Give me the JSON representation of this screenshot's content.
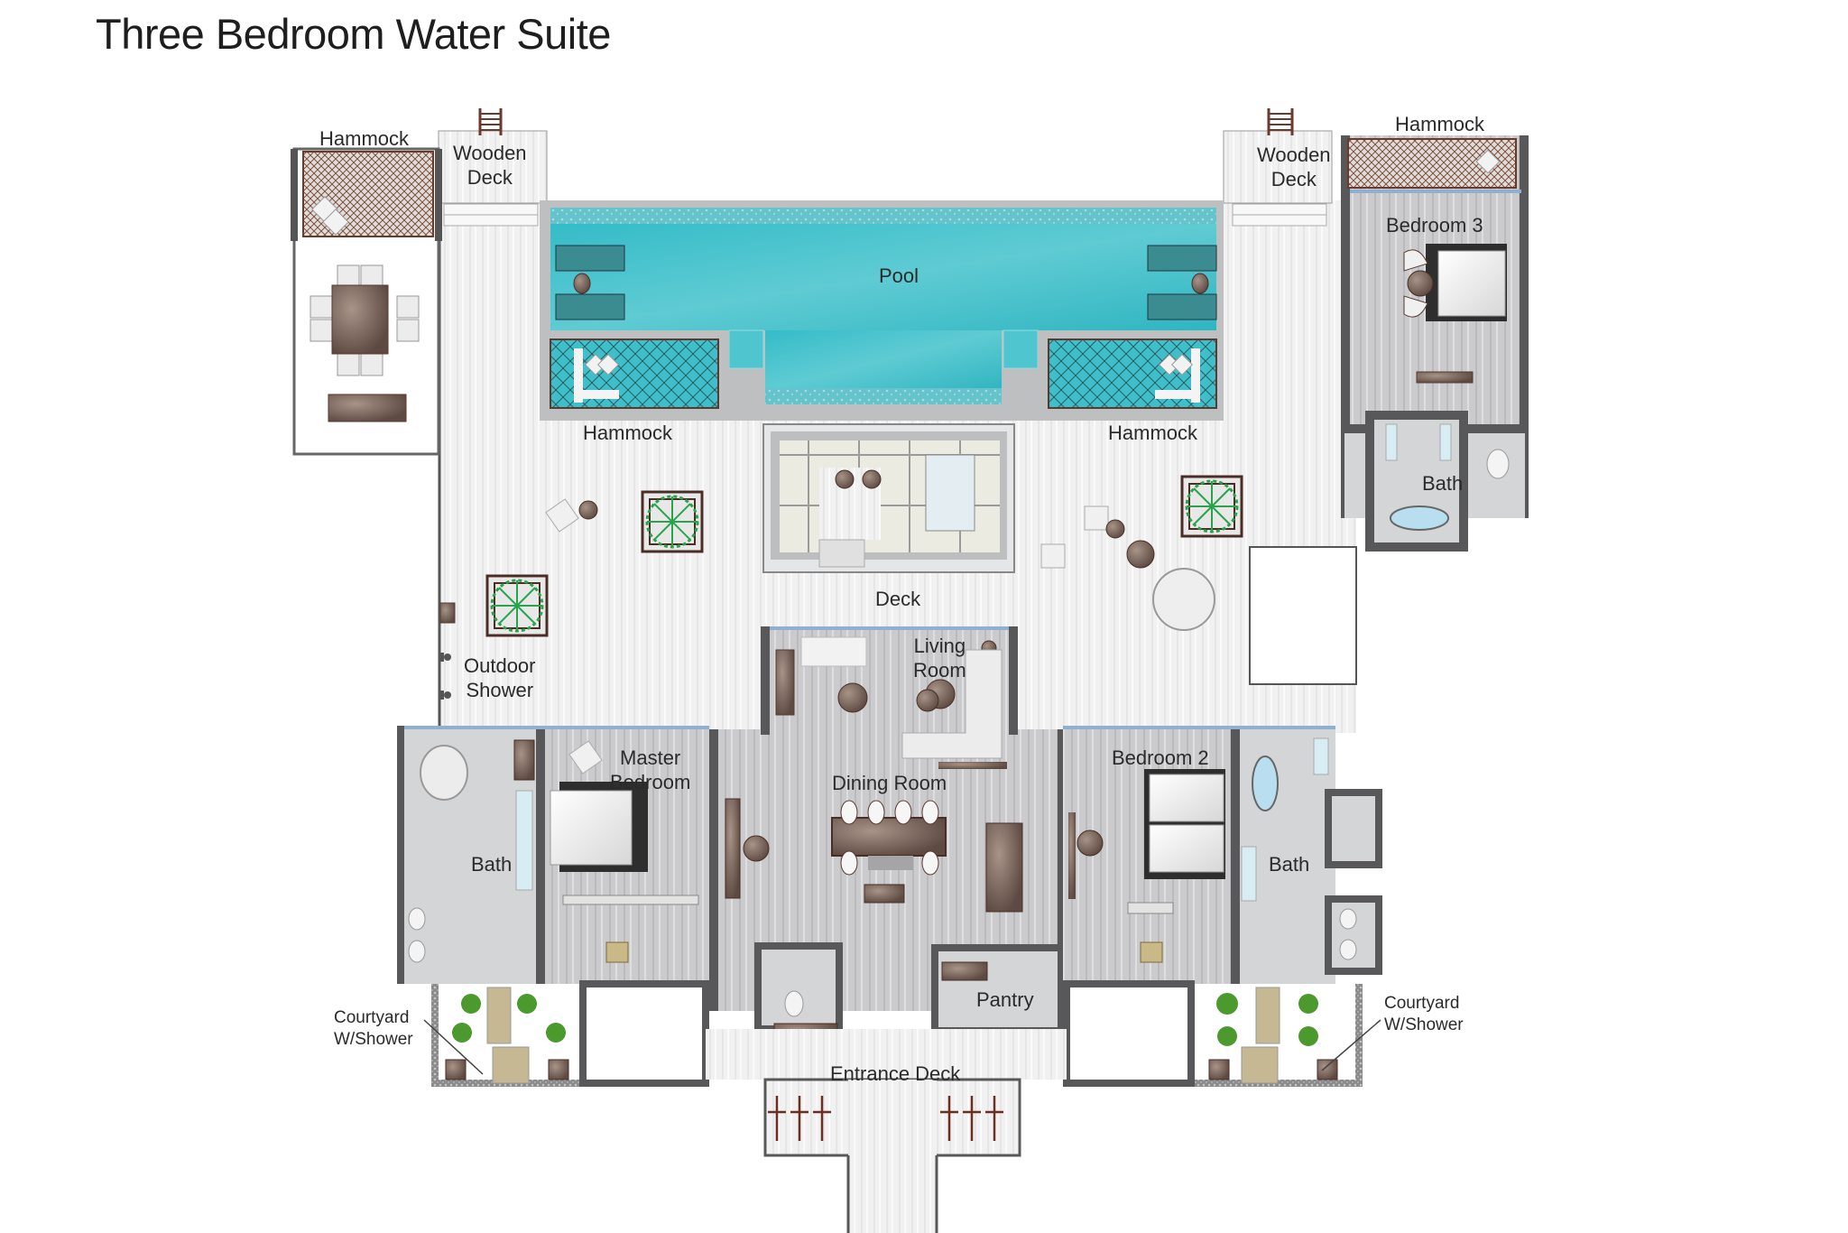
{
  "title": "Three Bedroom Water Suite",
  "colors": {
    "wall": "#58585a",
    "deck": "#eeeeee",
    "interior_floor": "#c9c9cb",
    "bath_floor": "#d4d5d7",
    "pool": "#3cc0cc",
    "pool_edge": "#bdbfc1",
    "furniture_brown": "#6e5a50",
    "planter_green": "#2aa44c",
    "window_blue": "#8fb1cf"
  },
  "labels": {
    "hammock_top_left": "Hammock",
    "wooden_deck_left": [
      "Wooden",
      "Deck"
    ],
    "pool": "Pool",
    "wooden_deck_right": [
      "Wooden",
      "Deck"
    ],
    "hammock_top_right": "Hammock",
    "bedroom_3": "Bedroom 3",
    "hammock_left": "Hammock",
    "hammock_right": "Hammock",
    "bath_bedroom_3": "Bath",
    "deck": "Deck",
    "living_room": [
      "Living",
      "Room"
    ],
    "outdoor_shower": [
      "Outdoor",
      "Shower"
    ],
    "master_bedroom": [
      "Master",
      "Bedroom"
    ],
    "dining_room": "Dining Room",
    "bedroom_2": "Bedroom 2",
    "bath_master": "Bath",
    "bath_bedroom_2": "Bath",
    "pantry": "Pantry",
    "courtyard_left": [
      "Courtyard",
      "W/Shower"
    ],
    "courtyard_right": [
      "Courtyard",
      "W/Shower"
    ],
    "entrance_deck": "Entrance Deck"
  }
}
